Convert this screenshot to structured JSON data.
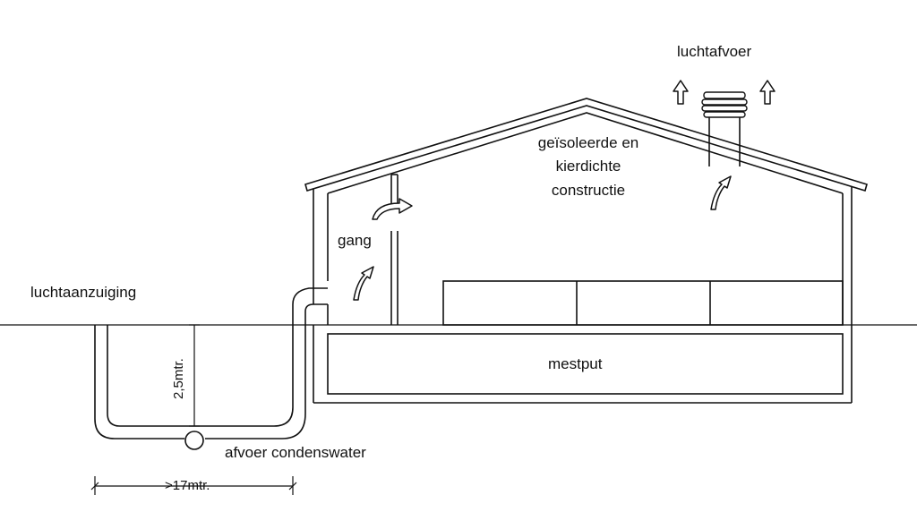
{
  "labels": {
    "air_intake": "luchtaanzuiging",
    "air_exhaust": "luchtafvoer",
    "insulated_line1": "geïsoleerde en",
    "insulated_line2": "kierdichte",
    "insulated_line3": "constructie",
    "corridor": "gang",
    "manure_pit": "mestput",
    "condensate_drain": "afvoer condenswater",
    "depth": "2,5mtr.",
    "length": ">17mtr."
  },
  "icons": {
    "up_arrow": "up-arrow-icon",
    "curved_arrow": "curved-arrow-icon",
    "ventilation_cap": "ventilation-cap-icon",
    "drain": "drain-valve-icon"
  }
}
